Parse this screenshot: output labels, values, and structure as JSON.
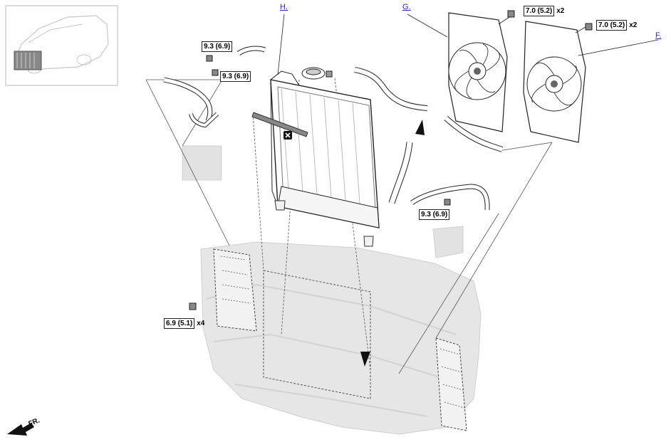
{
  "callouts": {
    "h": "H.",
    "g": "G.",
    "f": "F."
  },
  "torques": {
    "fan_bolt_left": {
      "value": "7.0 (5.2)",
      "qty": "x2"
    },
    "fan_bolt_right": {
      "value": "7.0 (5.2)",
      "qty": "x2"
    },
    "hose_bolt_top": {
      "value": "9.3 (6.9)"
    },
    "hose_bolt_top2": {
      "value": "9.3 (6.9)"
    },
    "hose_bolt_lower": {
      "value": "9.3 (6.9)"
    },
    "bracket_bolt": {
      "value": "6.9 (5.1)",
      "qty": "x4"
    }
  },
  "direction": {
    "front_label": "FR."
  },
  "colors": {
    "link": "#2a2adf",
    "line": "#333333",
    "ghost": "#dcdcdc"
  }
}
